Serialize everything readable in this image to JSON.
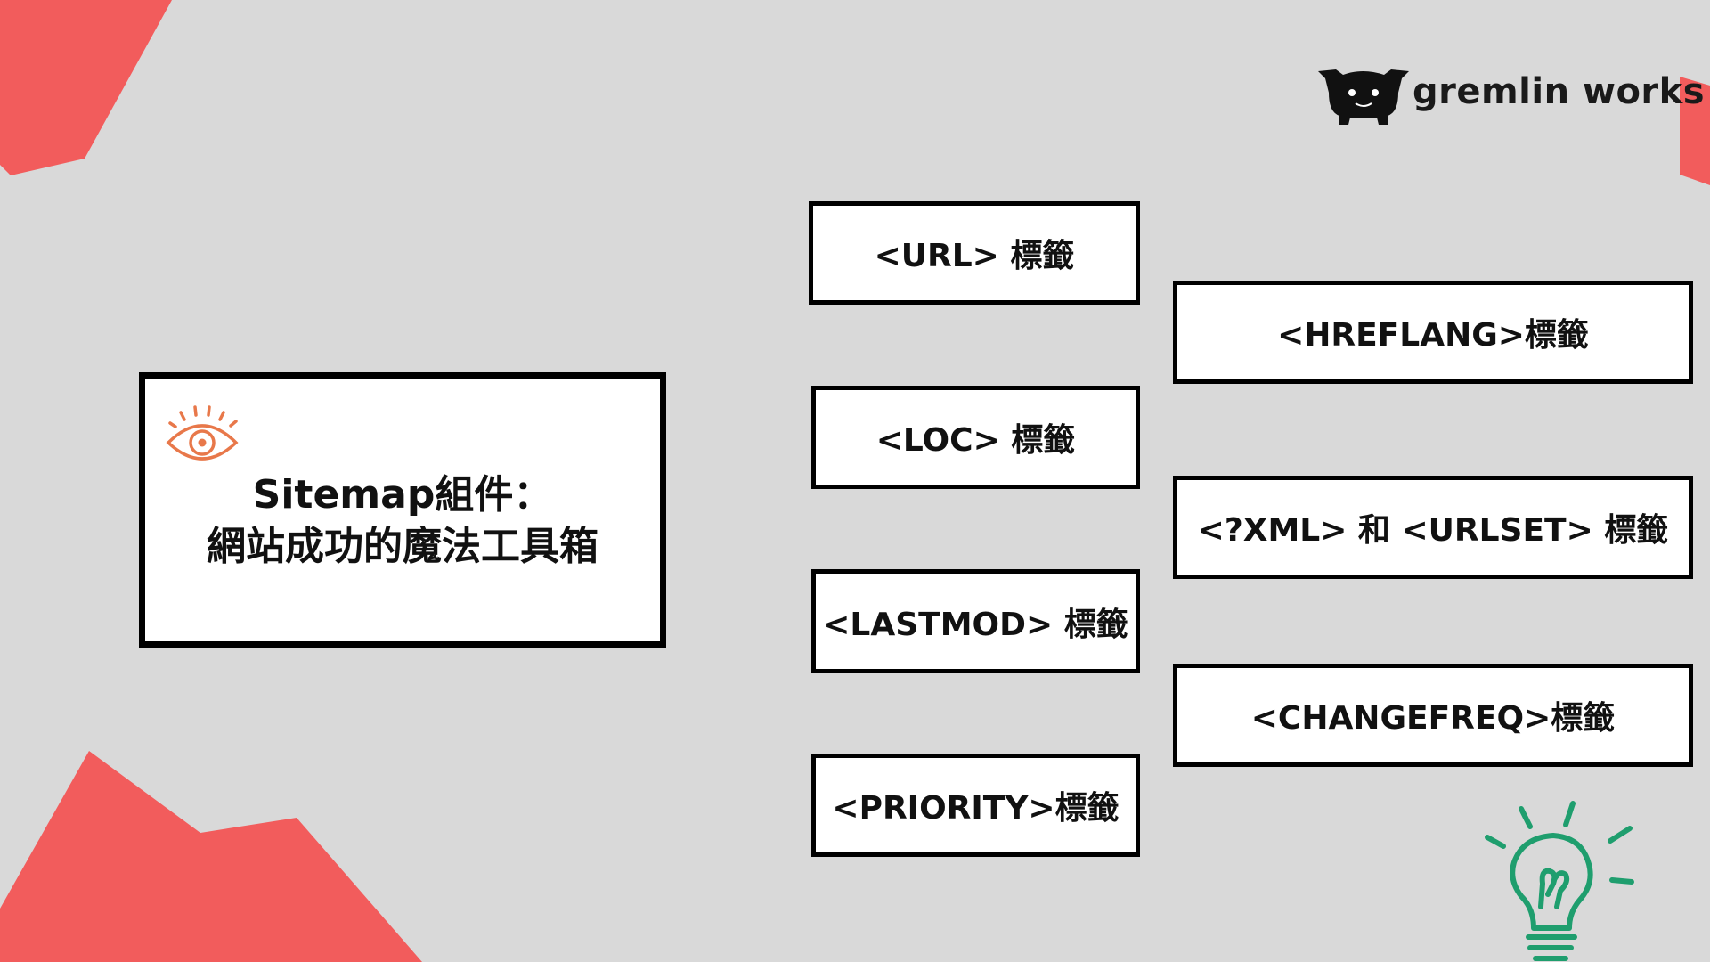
{
  "logo": {
    "text": "gremlin works",
    "mascot": "gremlin-mascot-icon"
  },
  "main": {
    "icon": "eye-icon",
    "title_line1": "Sitemap組件：",
    "title_line2": "網站成功的魔法工具箱"
  },
  "tags": {
    "url": "<URL> 標籤",
    "hreflang": "<HREFLANG>標籤",
    "loc": "<LOC> 標籤",
    "xml_urlset": "<?XML> 和 <URLSET> 標籤",
    "lastmod": "<LASTMOD> 標籤",
    "changefreq": "<CHANGEFREQ>標籤",
    "priority": "<PRIORITY>標籤"
  },
  "colors": {
    "background": "#d9d9d9",
    "accent_red": "#f25c5c",
    "eye_orange": "#e8784a",
    "bulb_green": "#1f9e6e"
  },
  "decor_icons": [
    "lightbulb-icon"
  ]
}
